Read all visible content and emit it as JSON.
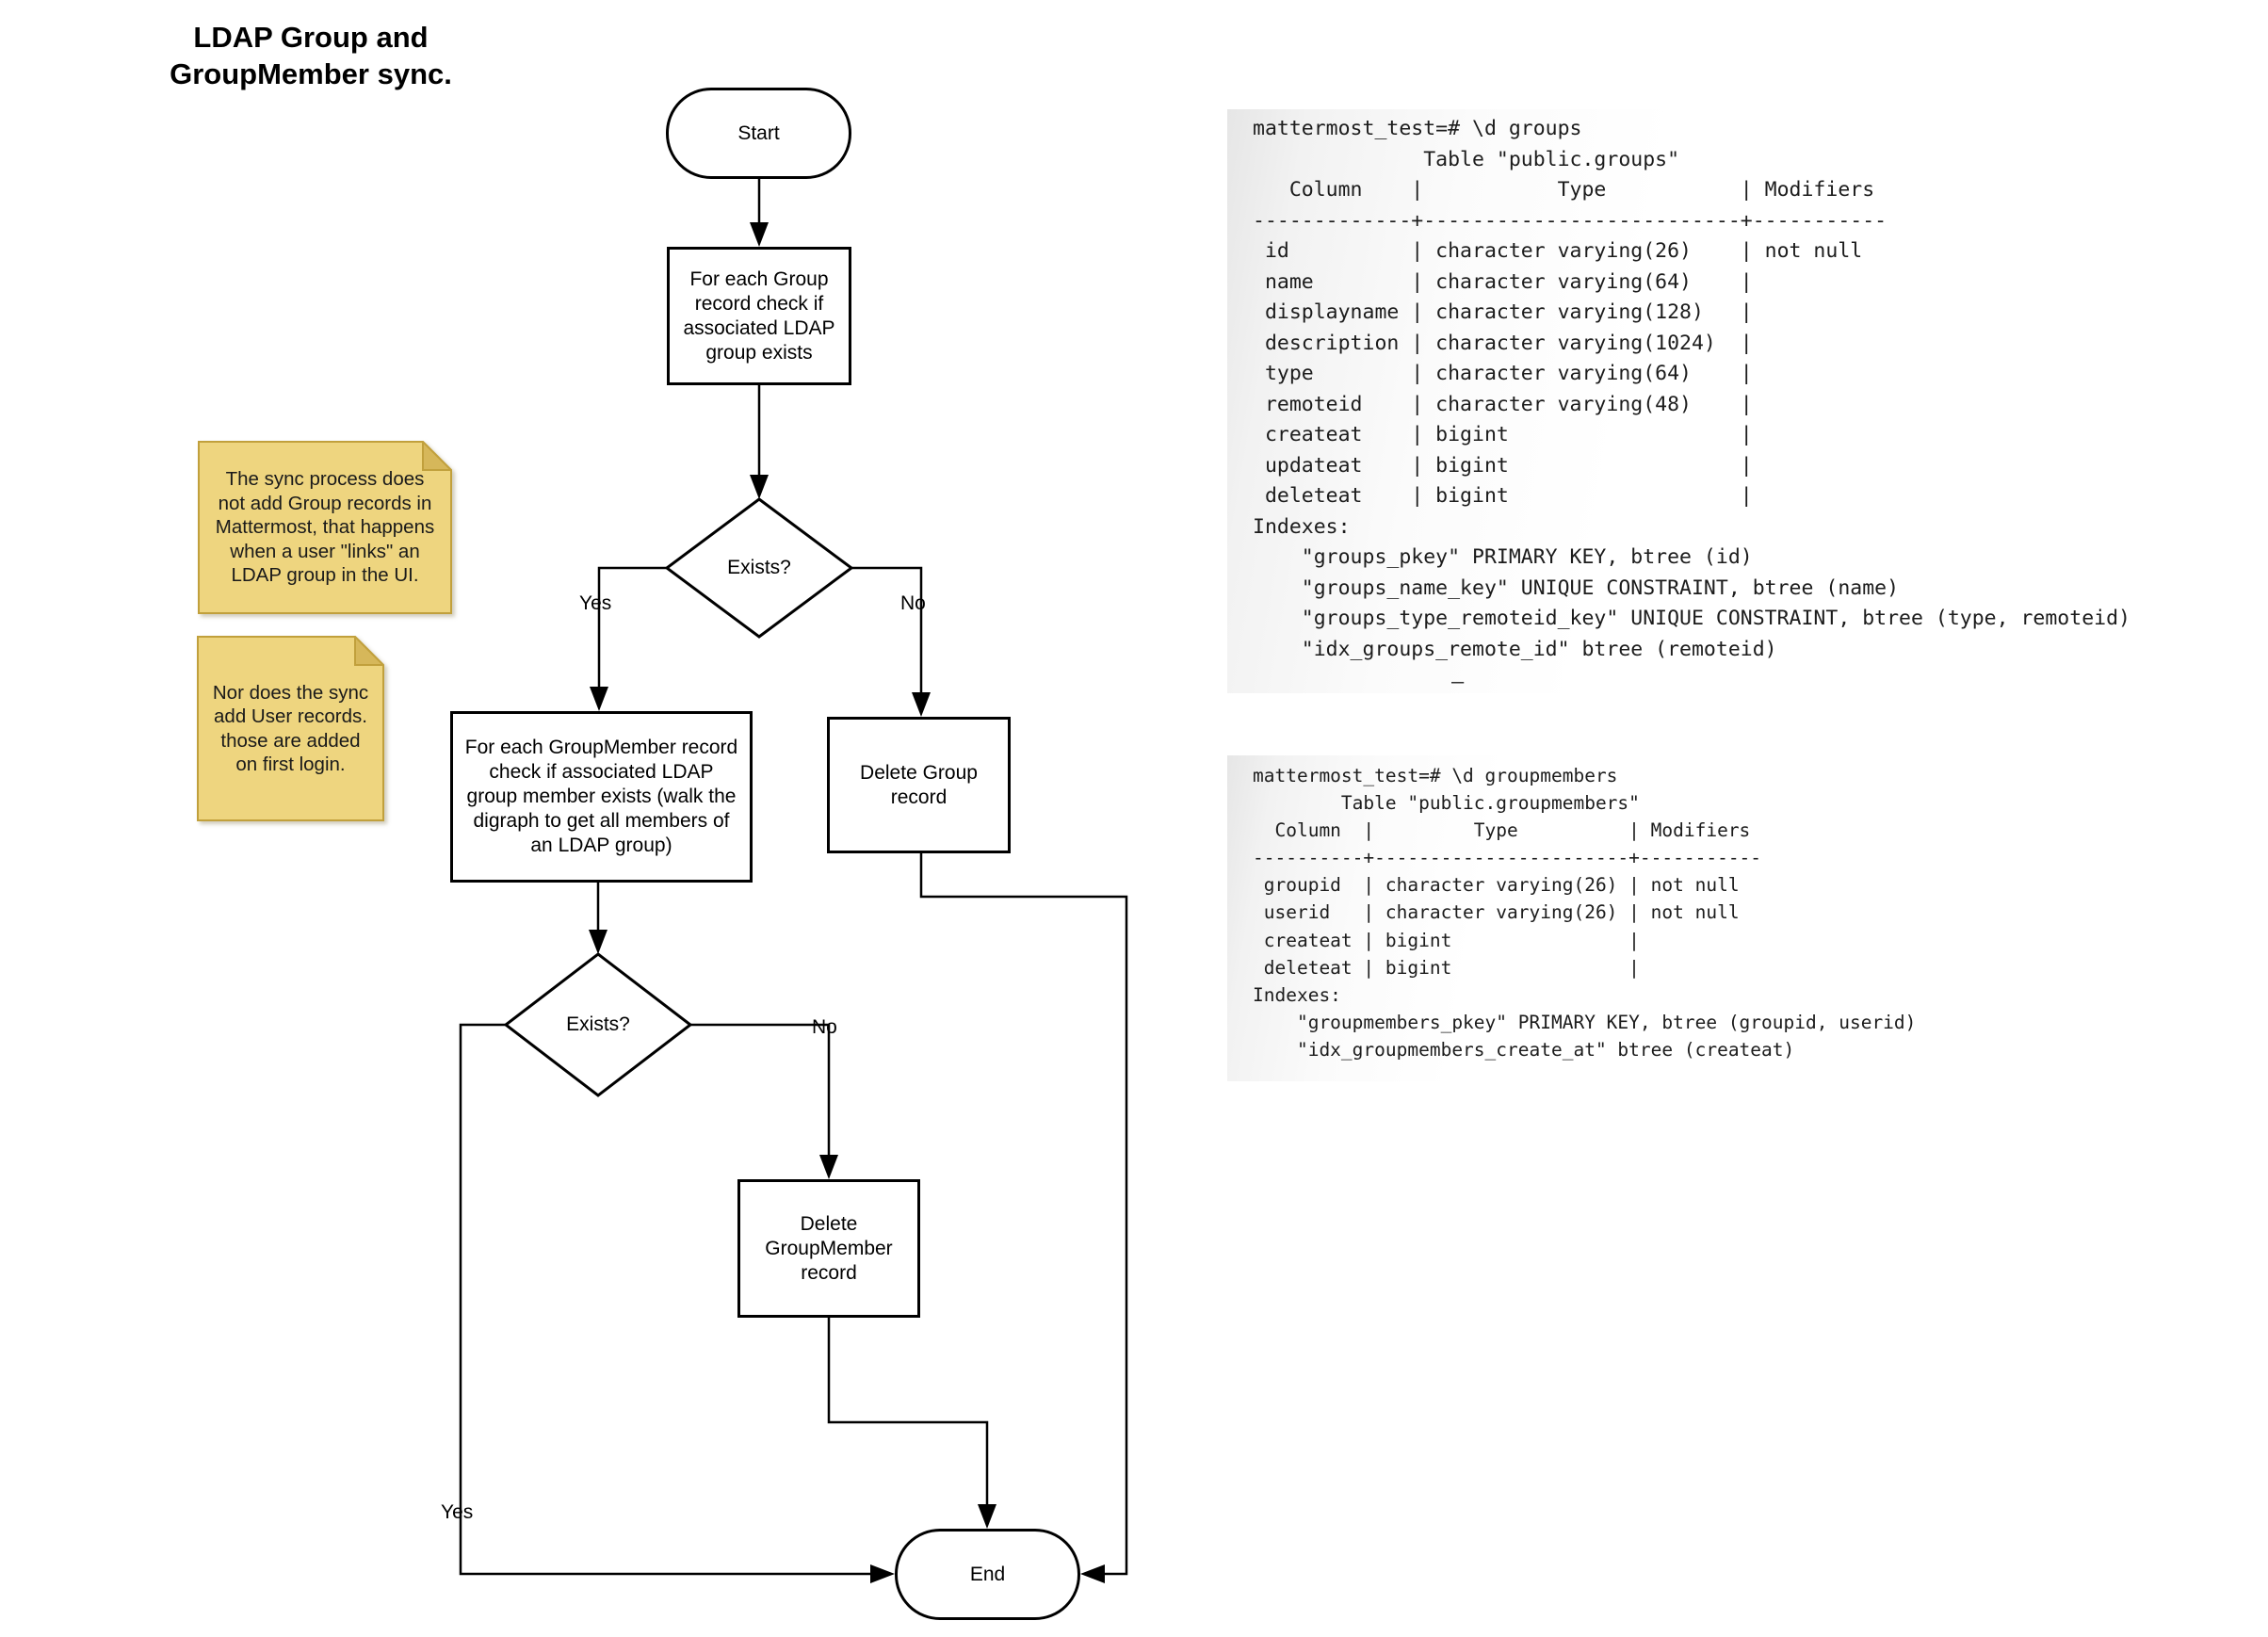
{
  "title": "LDAP Group and\nGroupMember sync.",
  "flowchart": {
    "nodes": {
      "start": {
        "label": "Start"
      },
      "check_group": {
        "label": "For each Group\nrecord check if\nassociated LDAP\ngroup exists"
      },
      "exists1": {
        "label": "Exists?"
      },
      "check_groupmember": {
        "label": "For each GroupMember record\ncheck if associated LDAP\ngroup member exists (walk the\ndigraph to get all members of\nan LDAP group)"
      },
      "delete_group": {
        "label": "Delete Group\nrecord"
      },
      "exists2": {
        "label": "Exists?"
      },
      "delete_groupmember": {
        "label": "Delete\nGroupMember\nrecord"
      },
      "end": {
        "label": "End"
      }
    },
    "edge_labels": {
      "yes1": "Yes",
      "no1": "No",
      "yes2": "Yes",
      "no2": "No"
    }
  },
  "notes": [
    {
      "text": "The sync process does\nnot add Group records in\nMattermost, that happens\nwhen a user \"links\" an\nLDAP group in the UI."
    },
    {
      "text": "Nor does the sync\nadd User records.\nthose are added\non first login."
    }
  ],
  "psql_groups": {
    "lines": [
      "mattermost_test=# \\d groups",
      "              Table \"public.groups\"",
      "   Column    |           Type           | Modifiers",
      "-------------+--------------------------+-----------",
      " id          | character varying(26)    | not null",
      " name        | character varying(64)    |",
      " displayname | character varying(128)   |",
      " description | character varying(1024)  |",
      " type        | character varying(64)    |",
      " remoteid    | character varying(48)    |",
      " createat    | bigint                   |",
      " updateat    | bigint                   |",
      " deleteat    | bigint                   |",
      "Indexes:",
      "    \"groups_pkey\" PRIMARY KEY, btree (id)",
      "    \"groups_name_key\" UNIQUE CONSTRAINT, btree (name)",
      "    \"groups_type_remoteid_key\" UNIQUE CONSTRAINT, btree (type, remoteid)",
      "    \"idx_groups_remote_id\" btree (remoteid)"
    ]
  },
  "psql_groupmembers": {
    "lines": [
      "mattermost_test=# \\d groupmembers",
      "        Table \"public.groupmembers\"",
      "  Column  |         Type          | Modifiers",
      "----------+-----------------------+-----------",
      " groupid  | character varying(26) | not null",
      " userid   | character varying(26) | not null",
      " createat | bigint                |",
      " deleteat | bigint                |",
      "Indexes:",
      "    \"groupmembers_pkey\" PRIMARY KEY, btree (groupid, userid)",
      "    \"idx_groupmembers_create_at\" btree (createat)"
    ]
  },
  "stray_char": "–",
  "colors": {
    "note_fill": "#EED57F",
    "note_border": "#C1A03C",
    "note_fold": "#D6B75A",
    "shape_stroke": "#000000",
    "shape_fill": "#FFFFFF",
    "code_bg": "#E6E6E6"
  }
}
